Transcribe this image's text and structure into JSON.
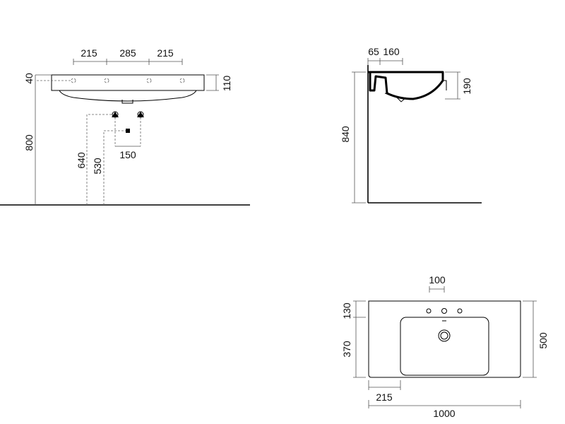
{
  "front_view": {
    "top_215_left": "215",
    "top_285": "285",
    "top_215_right": "215",
    "height_40": "40",
    "height_110": "110",
    "height_800": "800",
    "height_640": "640",
    "height_530": "530",
    "width_150": "150"
  },
  "side_view": {
    "top_65": "65",
    "top_160": "160",
    "height_190": "190",
    "height_840": "840"
  },
  "plan_view": {
    "top_100": "100",
    "left_130": "130",
    "left_370": "370",
    "right_500": "500",
    "bottom_215": "215",
    "bottom_1000": "1000"
  }
}
